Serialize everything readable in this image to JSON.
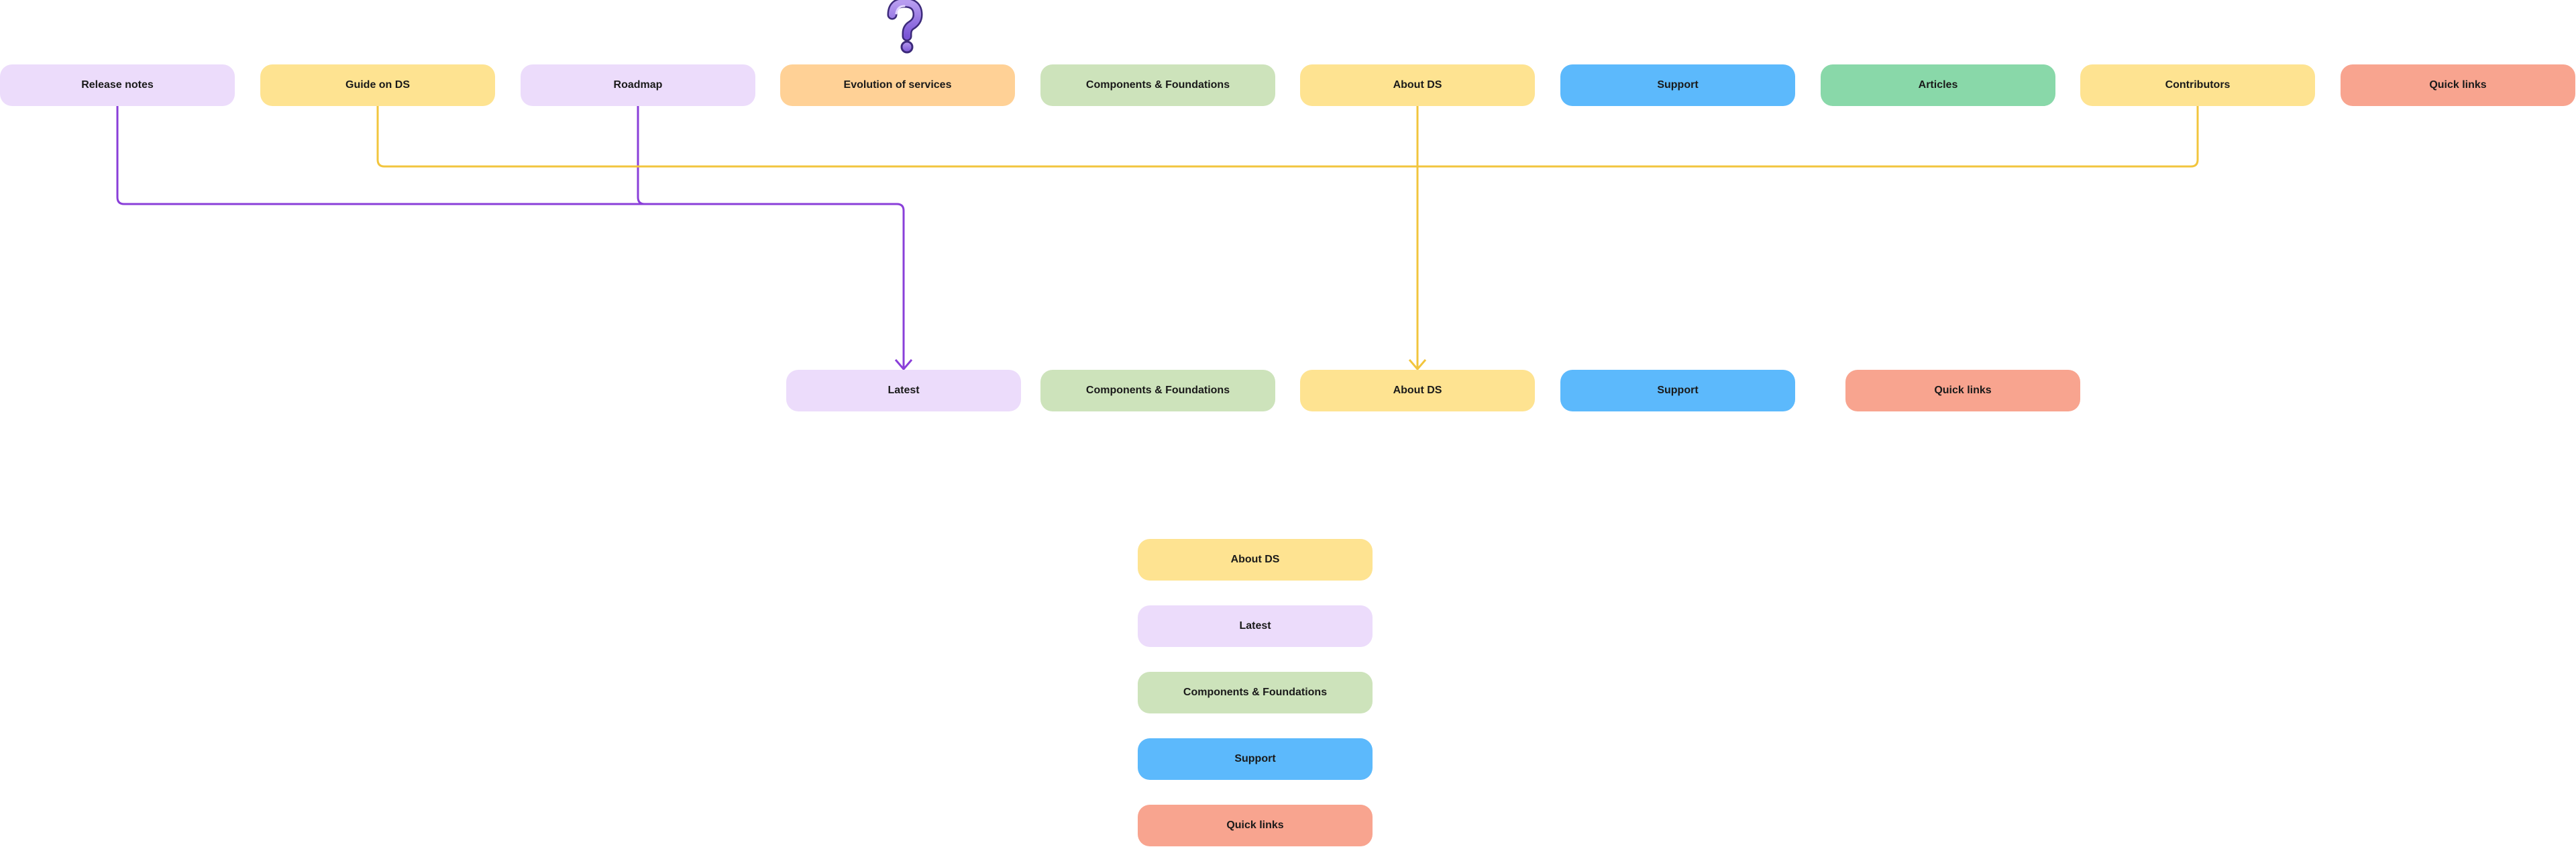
{
  "colors": {
    "lavender": "#ecdcfb",
    "yellow": "#fee391",
    "orange": "#ffd196",
    "green": "#cde3bb",
    "blue": "#5cb9fc",
    "teal": "#89d8a9",
    "salmon": "#f8a48f",
    "purple_connector": "#8a3fd9",
    "yellow_connector": "#f2c53d"
  },
  "icons": {
    "help": "question-mark-icon"
  },
  "row1": [
    {
      "label": "Release notes",
      "color": "lavender"
    },
    {
      "label": "Guide on DS",
      "color": "yellow"
    },
    {
      "label": "Roadmap",
      "color": "lavender"
    },
    {
      "label": "Evolution of services",
      "color": "orange"
    },
    {
      "label": "Components & Foundations",
      "color": "green"
    },
    {
      "label": "About DS",
      "color": "yellow"
    },
    {
      "label": "Support",
      "color": "blue"
    },
    {
      "label": "Articles",
      "color": "teal"
    },
    {
      "label": "Contributors",
      "color": "yellow"
    },
    {
      "label": "Quick links",
      "color": "salmon"
    }
  ],
  "row2": [
    {
      "label": "Latest",
      "color": "lavender"
    },
    {
      "label": "Components & Foundations",
      "color": "green"
    },
    {
      "label": "About DS",
      "color": "yellow"
    },
    {
      "label": "Support",
      "color": "blue"
    },
    {
      "label": "Quick links",
      "color": "salmon"
    }
  ],
  "column": [
    {
      "label": "About DS",
      "color": "yellow"
    },
    {
      "label": "Latest",
      "color": "lavender"
    },
    {
      "label": "Components & Foundations",
      "color": "green"
    },
    {
      "label": "Support",
      "color": "blue"
    },
    {
      "label": "Quick links",
      "color": "salmon"
    }
  ]
}
